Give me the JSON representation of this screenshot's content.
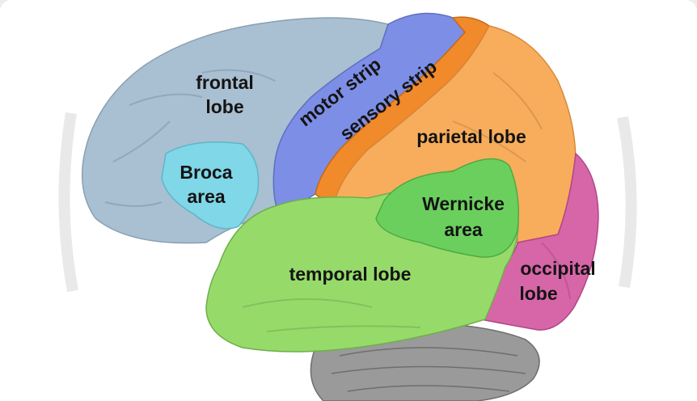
{
  "title": "",
  "colors": {
    "frontal": "#a9bfd2",
    "broca": "#7fd7e7",
    "motor": "#7d8ee6",
    "sensory": "#f08a2a",
    "parietal": "#f7ad5c",
    "wernicke": "#6bcf5e",
    "temporal": "#96db6a",
    "occipital": "#d766a8",
    "cerebellum": "#9a9a9a"
  },
  "labels": {
    "frontal_1": "frontal",
    "frontal_2": "lobe",
    "broca_1": "Broca",
    "broca_2": "area",
    "motor": "motor strip",
    "sensory": "sensory strip",
    "parietal": "parietal lobe",
    "wernicke_1": "Wernicke",
    "wernicke_2": "area",
    "temporal": "temporal lobe",
    "occipital_1": "occipital",
    "occipital_2": "lobe"
  }
}
